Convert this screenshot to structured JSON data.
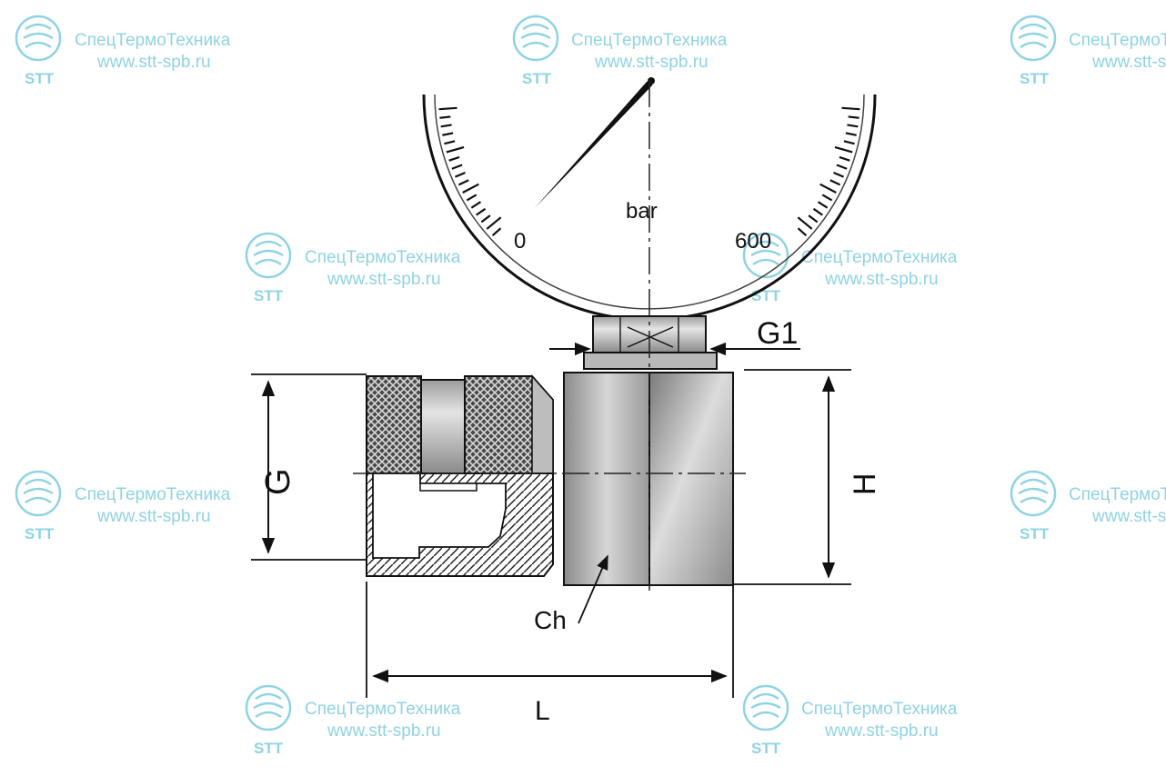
{
  "gauge": {
    "unit": "bar",
    "scale_min": "0",
    "scale_max": "600"
  },
  "dimensions": {
    "g1": "G1",
    "g": "G",
    "h": "H",
    "ch": "Ch",
    "l": "L"
  },
  "watermark": {
    "company": "СпецТермоТехника",
    "url": "www.stt-spb.ru",
    "logo_text": "STT",
    "color": "#8fd3e3"
  }
}
